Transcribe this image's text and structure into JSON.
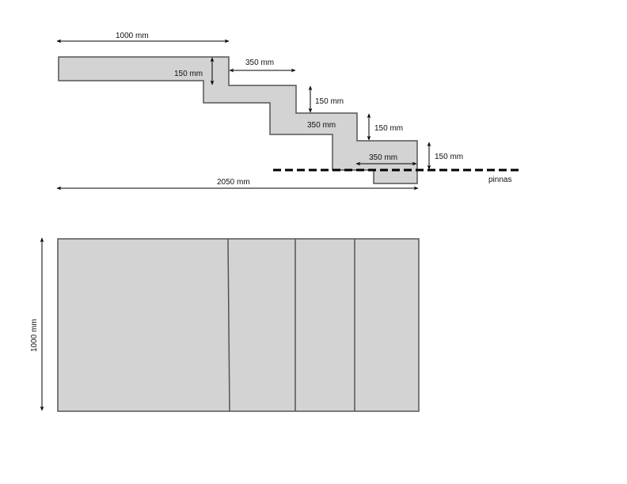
{
  "side_view": {
    "top_length": "1000 mm",
    "riser_1": "150 mm",
    "tread_1": "350 mm",
    "riser_2": "150 mm",
    "tread_2": "350 mm",
    "riser_3": "150 mm",
    "tread_3": "350 mm",
    "riser_4": "150 mm",
    "total_length": "2050 mm",
    "surface_label": "pinnas"
  },
  "top_view": {
    "width": "1000 mm"
  },
  "colors": {
    "fill": "#d3d3d3",
    "stroke": "#555555"
  }
}
